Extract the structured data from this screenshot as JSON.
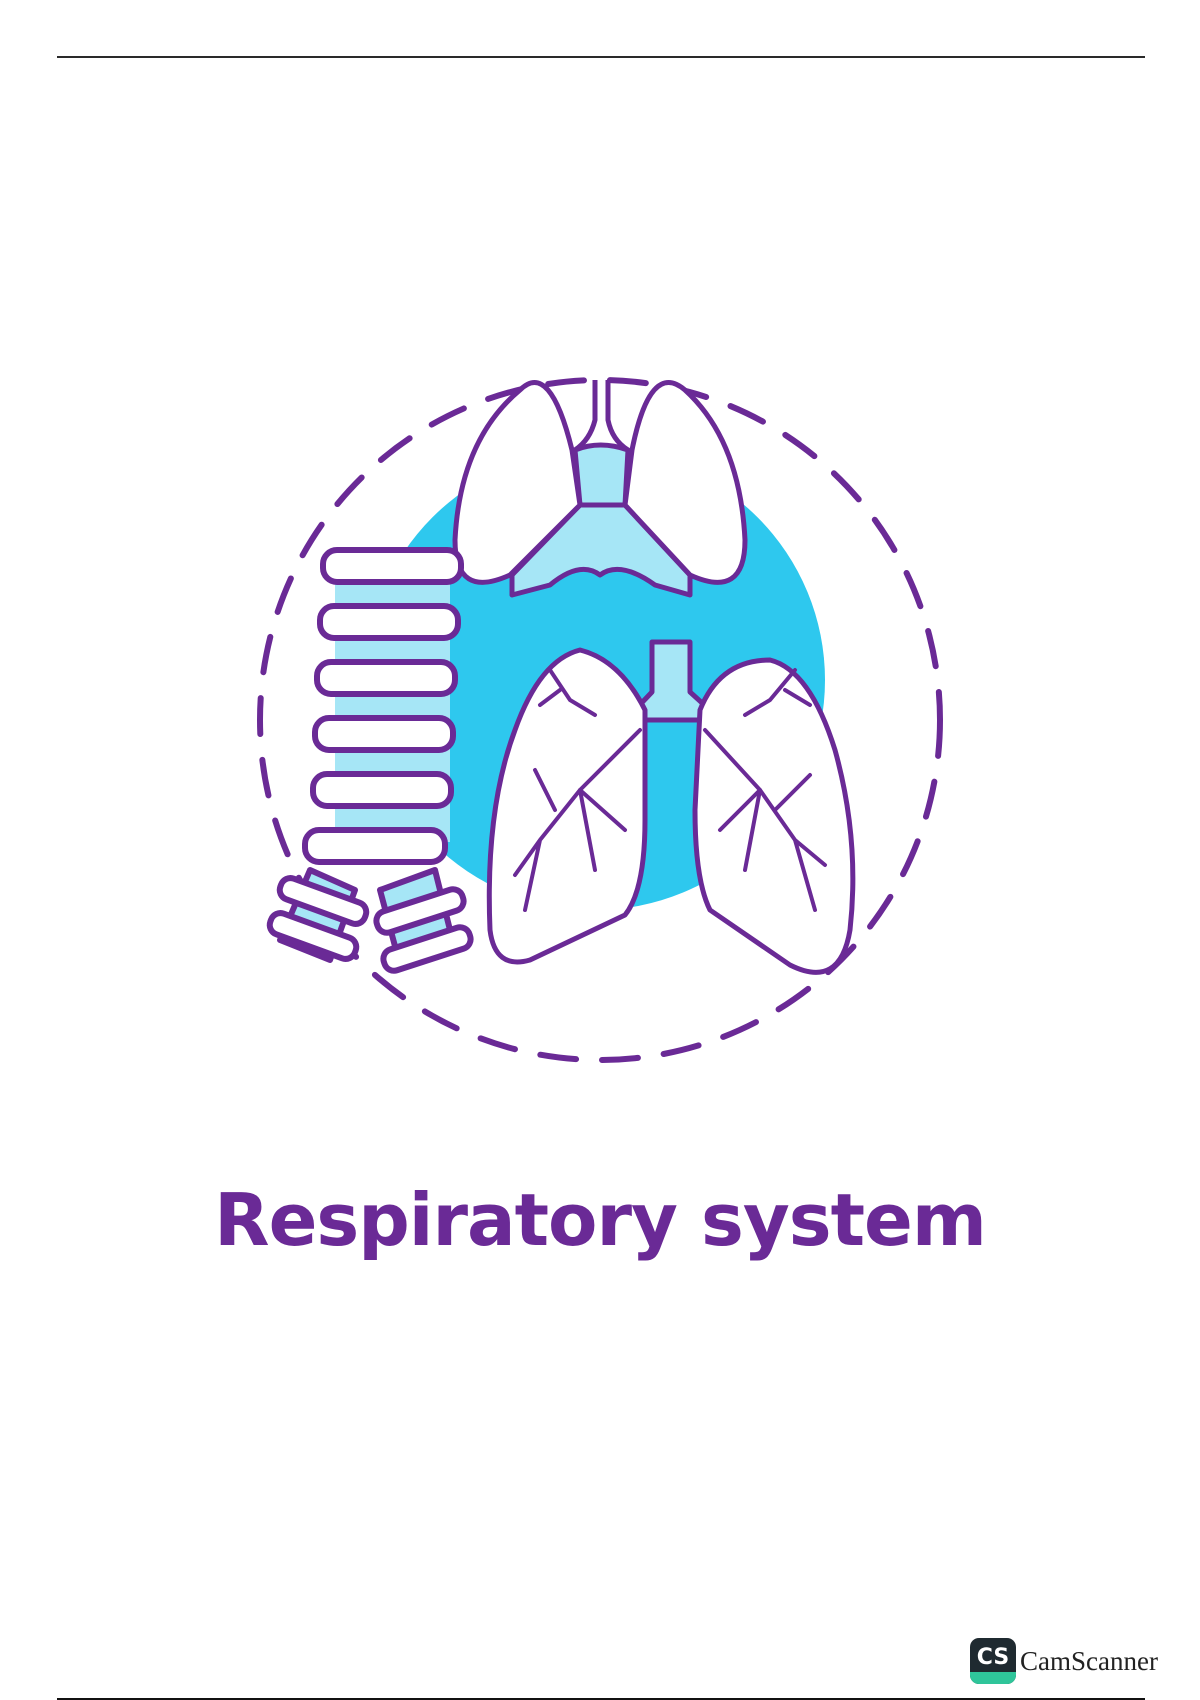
{
  "page": {
    "title": "Respiratory system",
    "colors": {
      "stroke": "#6a2a96",
      "circle_fill": "#2ec8ee",
      "light_fill": "#a6e6f6",
      "title": "#6a2a96"
    },
    "illustration": {
      "elements": [
        "dashed-circle",
        "trachea-rings",
        "upper-lungs",
        "bronchial-lungs"
      ]
    }
  },
  "watermark": {
    "logo_text": "CS",
    "brand": "CamScanner",
    "colors": {
      "logo_bg": "#1f2a30",
      "logo_accent": "#2fc59a"
    }
  }
}
